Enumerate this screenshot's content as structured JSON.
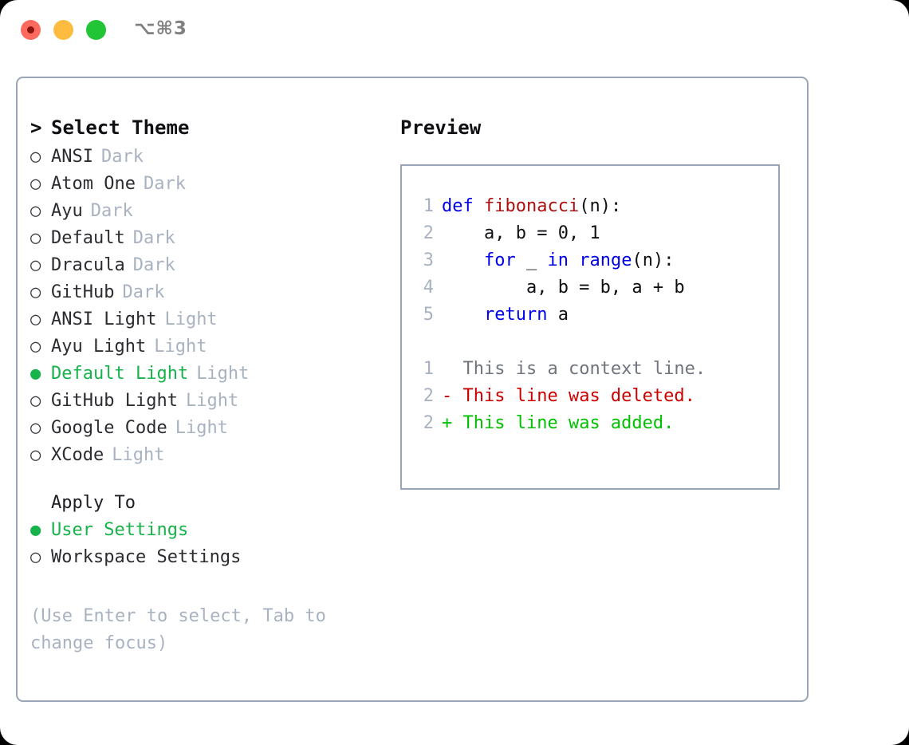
{
  "window": {
    "shortcut": "⌥⌘3",
    "traffic_lights": [
      {
        "name": "close",
        "color": "#fd6a5e"
      },
      {
        "name": "minimize",
        "color": "#fdbc40"
      },
      {
        "name": "maximize",
        "color": "#21c535"
      }
    ]
  },
  "theme_panel": {
    "title": "Select Theme",
    "caret": ">",
    "bullet_selected": "●",
    "bullet_unselected": "○",
    "items": [
      {
        "label": "ANSI",
        "badge": "Dark",
        "selected": false
      },
      {
        "label": "Atom One",
        "badge": "Dark",
        "selected": false
      },
      {
        "label": "Ayu",
        "badge": "Dark",
        "selected": false
      },
      {
        "label": "Default",
        "badge": "Dark",
        "selected": false
      },
      {
        "label": "Dracula",
        "badge": "Dark",
        "selected": false
      },
      {
        "label": "GitHub",
        "badge": "Dark",
        "selected": false
      },
      {
        "label": "ANSI Light",
        "badge": "Light",
        "selected": false
      },
      {
        "label": "Ayu Light",
        "badge": "Light",
        "selected": false
      },
      {
        "label": "Default Light",
        "badge": "Light",
        "selected": true
      },
      {
        "label": "GitHub Light",
        "badge": "Light",
        "selected": false
      },
      {
        "label": "Google Code",
        "badge": "Light",
        "selected": false
      },
      {
        "label": "XCode",
        "badge": "Light",
        "selected": false
      }
    ]
  },
  "apply_to": {
    "heading": "Apply To",
    "options": [
      {
        "label": "User Settings",
        "selected": true
      },
      {
        "label": "Workspace Settings",
        "selected": false
      }
    ]
  },
  "hint": "(Use Enter to select, Tab to change focus)",
  "preview": {
    "title": "Preview",
    "code_lines": [
      {
        "lineno": "1",
        "tokens": [
          {
            "t": "def ",
            "c": "kw"
          },
          {
            "t": "fibonacci",
            "c": "fn"
          },
          {
            "t": "(n):",
            "c": "pl"
          }
        ]
      },
      {
        "lineno": "2",
        "tokens": [
          {
            "t": "    a, b = 0, 1",
            "c": "pl"
          }
        ]
      },
      {
        "lineno": "3",
        "tokens": [
          {
            "t": "    ",
            "c": "pl"
          },
          {
            "t": "for",
            "c": "kw"
          },
          {
            "t": " _ ",
            "c": "pl"
          },
          {
            "t": "in",
            "c": "kw"
          },
          {
            "t": " ",
            "c": "pl"
          },
          {
            "t": "range",
            "c": "kw"
          },
          {
            "t": "(n):",
            "c": "pl"
          }
        ]
      },
      {
        "lineno": "4",
        "tokens": [
          {
            "t": "        a, b = b, a + b",
            "c": "pl"
          }
        ]
      },
      {
        "lineno": "5",
        "tokens": [
          {
            "t": "    ",
            "c": "pl"
          },
          {
            "t": "return",
            "c": "kw"
          },
          {
            "t": " a",
            "c": "pl"
          }
        ]
      }
    ],
    "diff_lines": [
      {
        "lineno": "1",
        "marker": "  ",
        "text": "This is a context line.",
        "c": "ctx"
      },
      {
        "lineno": "2",
        "marker": "- ",
        "text": "This line was deleted.",
        "c": "del"
      },
      {
        "lineno": "2",
        "marker": "+ ",
        "text": "This line was added.",
        "c": "add"
      }
    ]
  },
  "colors": {
    "selected_green": "#16b24a",
    "badge_gray": "#a9b2c0",
    "border": "#9aa5b5",
    "keyword_blue": "#0000e8",
    "function_red": "#ae1010",
    "diff_deleted": "#cc0000",
    "diff_added": "#00c000"
  }
}
